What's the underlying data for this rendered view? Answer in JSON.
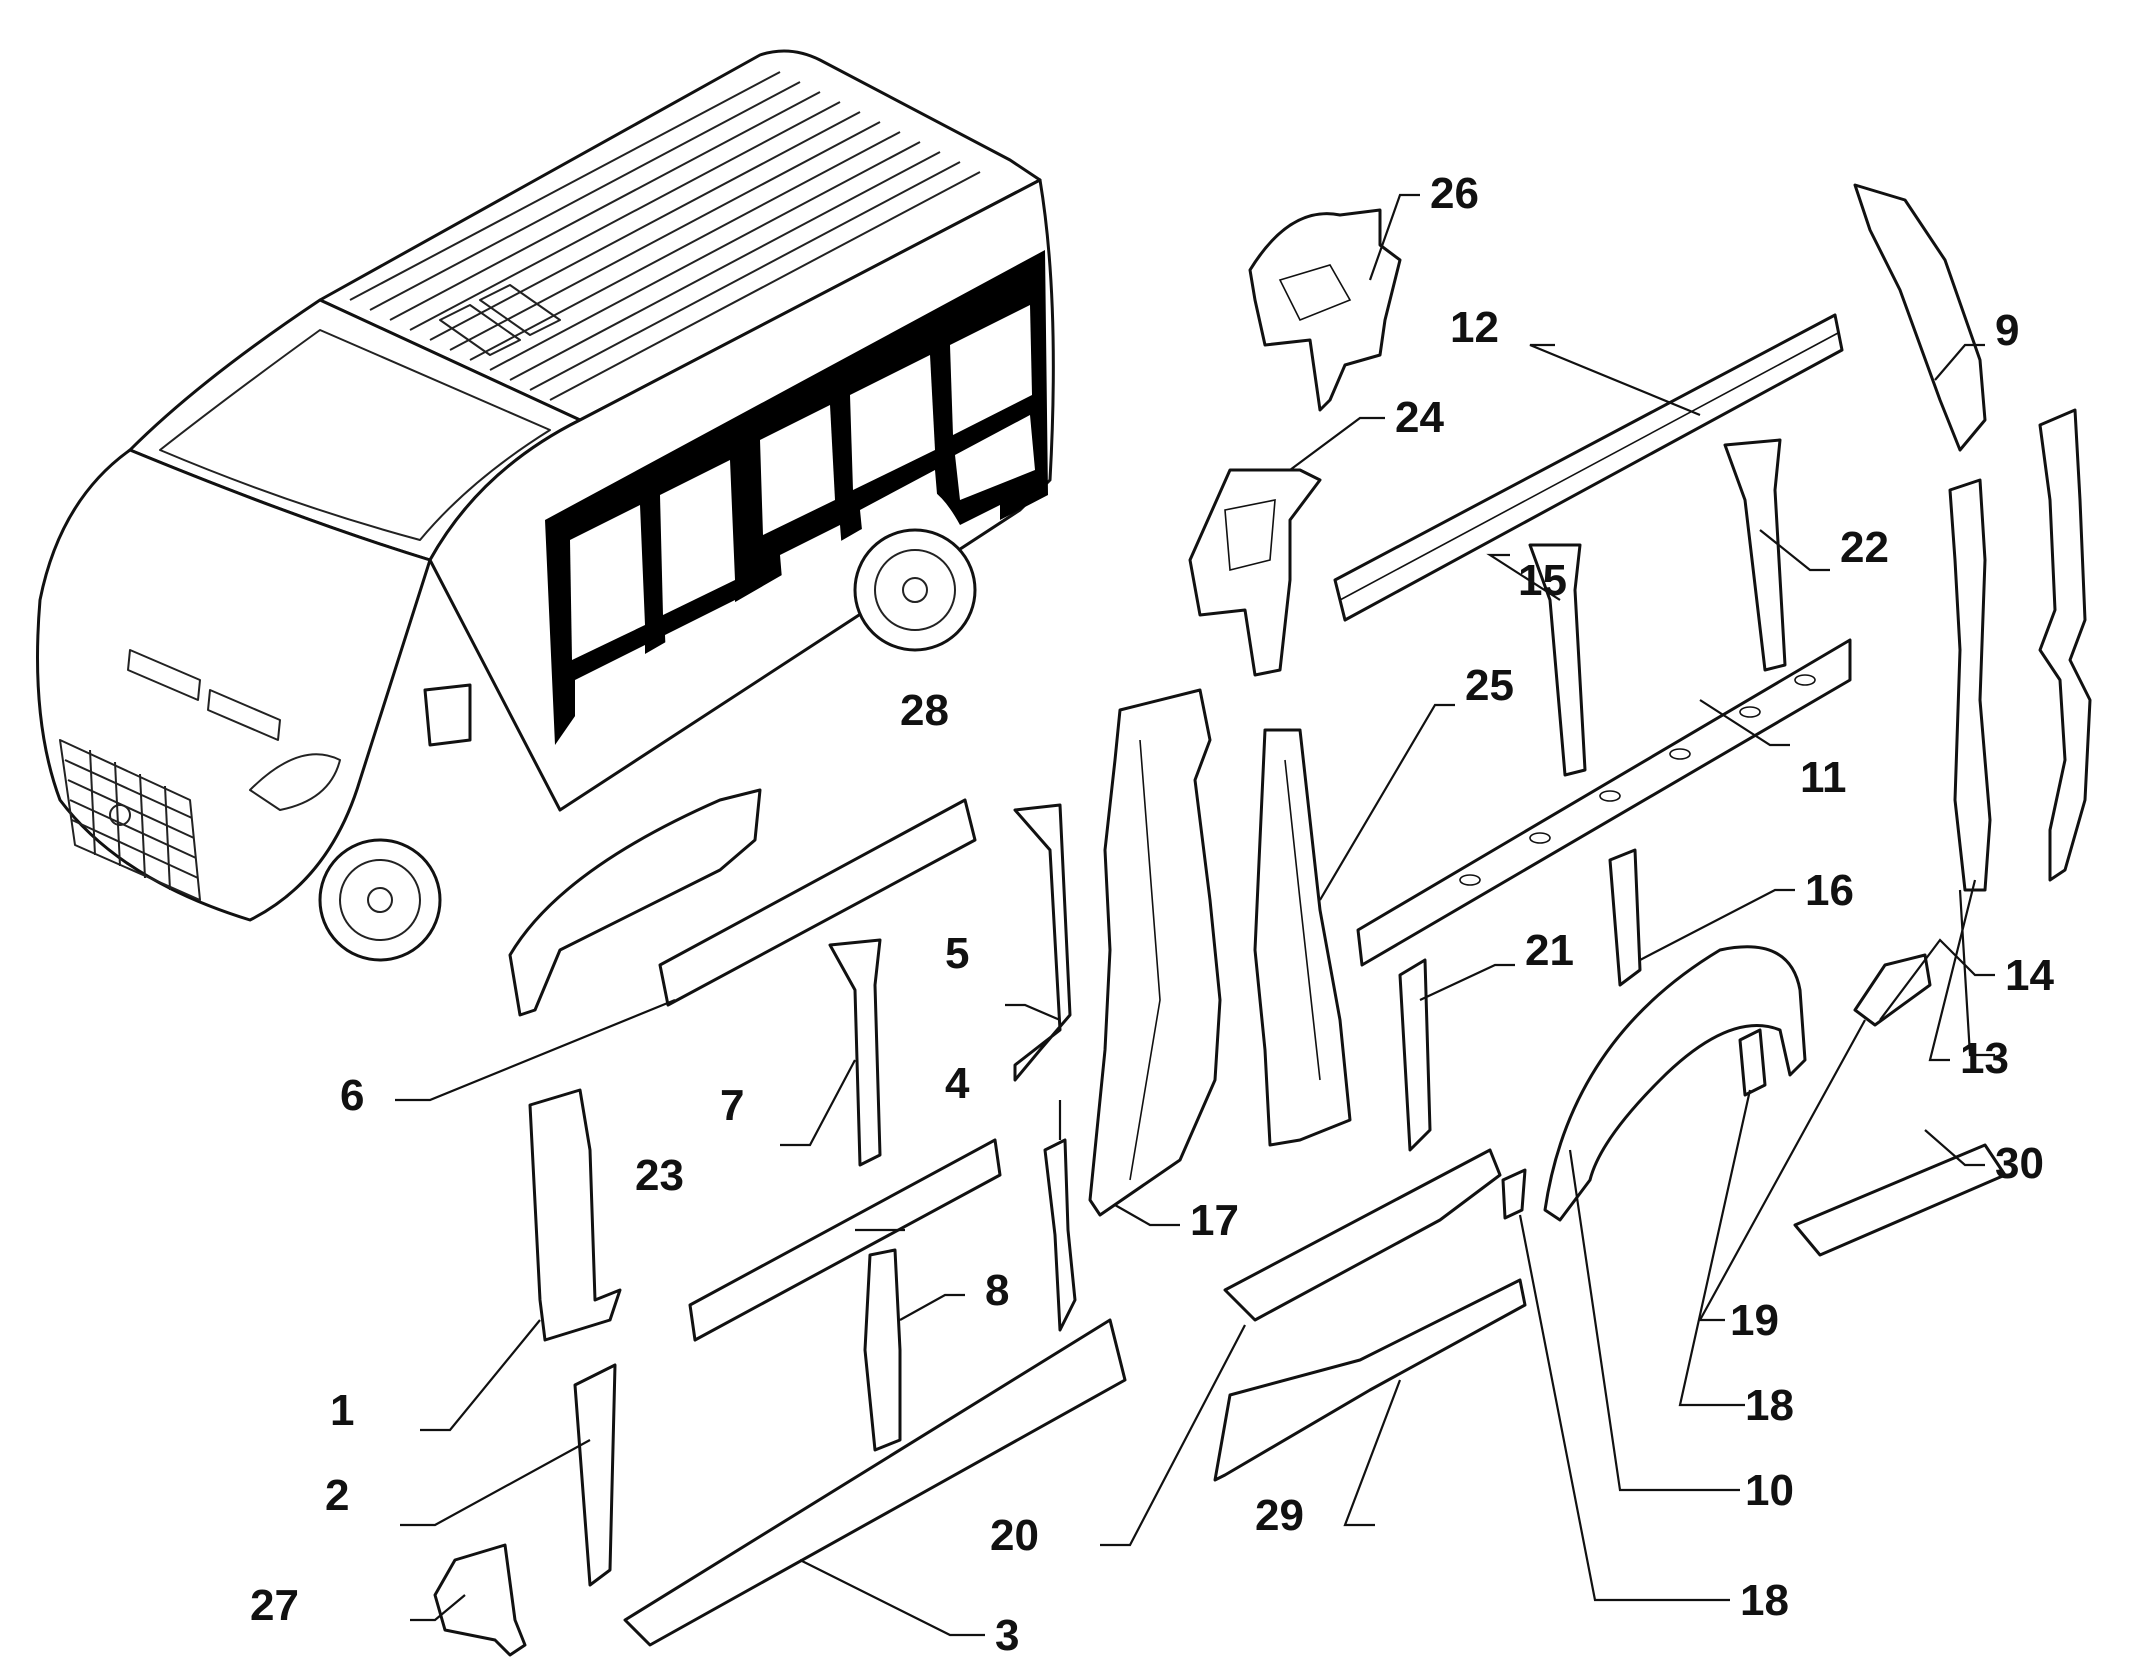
{
  "callouts": [
    {
      "n": "1"
    },
    {
      "n": "2"
    },
    {
      "n": "3"
    },
    {
      "n": "4"
    },
    {
      "n": "5"
    },
    {
      "n": "6"
    },
    {
      "n": "7"
    },
    {
      "n": "8"
    },
    {
      "n": "9"
    },
    {
      "n": "10"
    },
    {
      "n": "11"
    },
    {
      "n": "12"
    },
    {
      "n": "13"
    },
    {
      "n": "14"
    },
    {
      "n": "15"
    },
    {
      "n": "16"
    },
    {
      "n": "17"
    },
    {
      "n": "18"
    },
    {
      "n": "18"
    },
    {
      "n": "19"
    },
    {
      "n": "20"
    },
    {
      "n": "21"
    },
    {
      "n": "22"
    },
    {
      "n": "23"
    },
    {
      "n": "24"
    },
    {
      "n": "25"
    },
    {
      "n": "26"
    },
    {
      "n": "27"
    },
    {
      "n": "28"
    },
    {
      "n": "29"
    },
    {
      "n": "30"
    }
  ],
  "colors": {
    "line": "#111111",
    "background": "#ffffff",
    "highlight": "#000000"
  },
  "icons": [
    "van-illustration",
    "side-frame-highlight"
  ]
}
